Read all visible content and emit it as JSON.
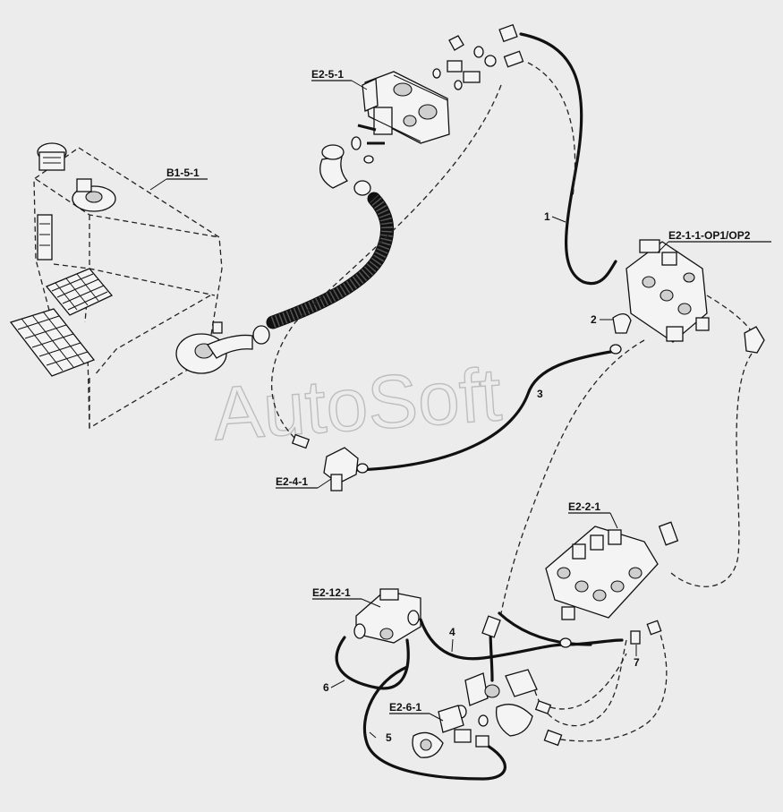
{
  "watermark": "AutoSoft",
  "labels": {
    "e2_5_1": "E2-5-1",
    "b1_5_1": "B1-5-1",
    "e2_1_1": "E2-1-1-OP1/OP2",
    "e2_4_1": "E2-4-1",
    "e2_2_1": "E2-2-1",
    "e2_12_1": "E2-12-1",
    "e2_6_1": "E2-6-1"
  },
  "callouts": {
    "n1": "1",
    "n2": "2",
    "n3": "3",
    "n4": "4",
    "n5": "5",
    "n6": "6",
    "n7": "7"
  }
}
